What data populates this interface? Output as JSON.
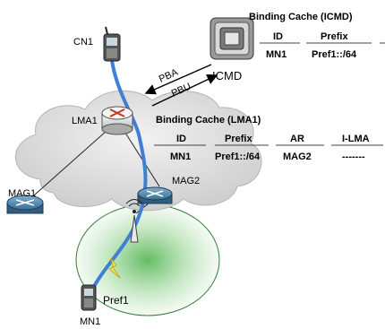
{
  "nodes": {
    "cn1": "CN1",
    "icmd": "ICMD",
    "lma1": "LMA1",
    "mag1": "MAG1",
    "mag2": "MAG2",
    "mn1": "MN1",
    "pref1": "Pref1"
  },
  "messages": {
    "pba": "PBA",
    "pbu": "PBU"
  },
  "icmd_cache": {
    "title": "Binding Cache (ICMD)",
    "headers": [
      "ID",
      "Prefix"
    ],
    "rows": [
      [
        "MN1",
        "Pref1::/64"
      ]
    ]
  },
  "lma_cache": {
    "title": "Binding Cache (LMA1)",
    "headers": [
      "ID",
      "Prefix",
      "AR",
      "I-LMA"
    ],
    "rows": [
      [
        "MN1",
        "Pref1::/64",
        "MAG2",
        "-------"
      ]
    ]
  },
  "colors": {
    "path": "#3f7fd4",
    "cloud": "#d9d9d9",
    "router": "#3a6f95",
    "coverage": "#5fbf5a"
  }
}
